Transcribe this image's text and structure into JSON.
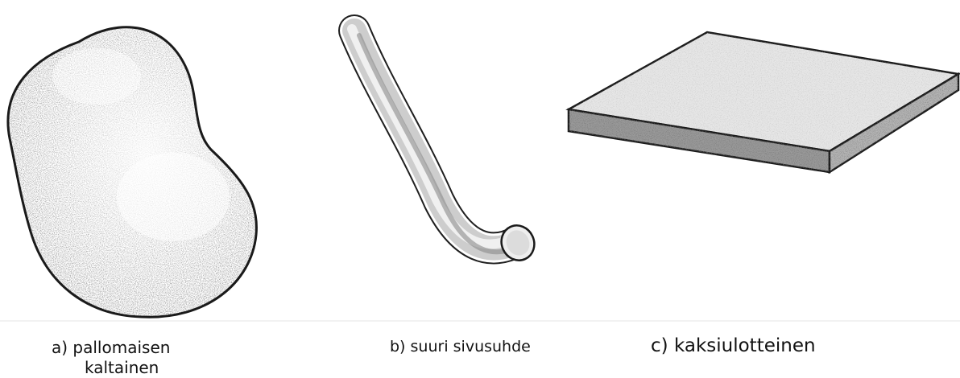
{
  "captions": {
    "a": {
      "letter": "a)",
      "line1": "pallomaisen",
      "line2": "kaltainen"
    },
    "b": {
      "letter": "b)",
      "text": "suuri sivusuhde"
    },
    "c": {
      "letter": "c)",
      "text": "kaksiulotteinen"
    }
  },
  "colors": {
    "outline": "#1a1a1a",
    "stipple_dark": "#555555",
    "stipple_light": "#bdbdbd",
    "background": "#ffffff"
  }
}
